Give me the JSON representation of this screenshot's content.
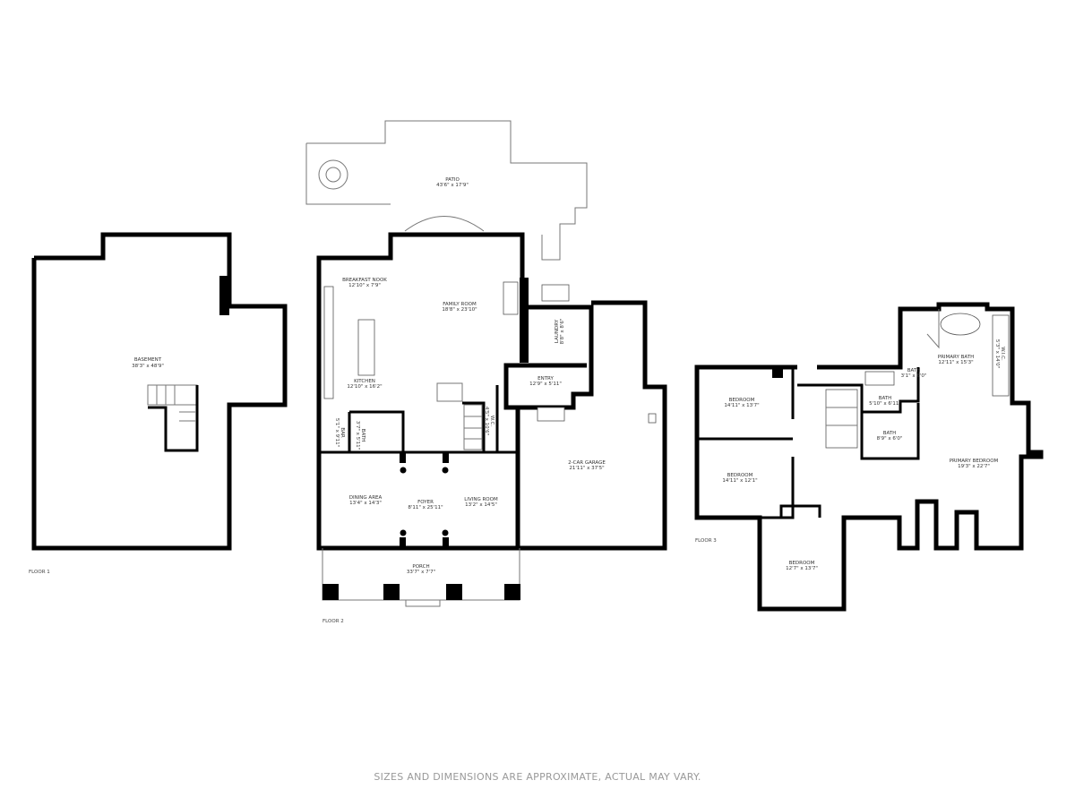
{
  "floors": [
    {
      "name": "FLOOR 1",
      "rooms": [
        {
          "name": "BASEMENT",
          "dims": "38'3\" x 48'9\""
        }
      ]
    },
    {
      "name": "FLOOR 2",
      "rooms": [
        {
          "name": "PATIO",
          "dims": "43'6\" x 17'9\""
        },
        {
          "name": "BREAKFAST NOOK",
          "dims": "12'10\" x 7'9\""
        },
        {
          "name": "FAMILY ROOM",
          "dims": "18'8\" x 23'10\""
        },
        {
          "name": "LAUNDRY",
          "dims": "8'8\" x 8'6\""
        },
        {
          "name": "KITCHEN",
          "dims": "12'10\" x 16'2\""
        },
        {
          "name": "ENTRY",
          "dims": "12'9\" x 5'11\""
        },
        {
          "name": "W.C.",
          "dims": "4'5\" x 10'6\""
        },
        {
          "name": "BAR",
          "dims": "5'1\" x 9'11\""
        },
        {
          "name": "BATH",
          "dims": "3'7\" x 5'11\""
        },
        {
          "name": "2-CAR GARAGE",
          "dims": "21'11\" x 37'5\""
        },
        {
          "name": "DINING AREA",
          "dims": "13'4\" x 14'3\""
        },
        {
          "name": "FOYER",
          "dims": "8'11\" x 25'11\""
        },
        {
          "name": "LIVING ROOM",
          "dims": "13'2\" x 14'5\""
        },
        {
          "name": "PORCH",
          "dims": "33'7\" x 7'7\""
        }
      ]
    },
    {
      "name": "FLOOR 3",
      "rooms": [
        {
          "name": "BEDROOM",
          "dims": "14'11\" x 13'7\""
        },
        {
          "name": "BEDROOM",
          "dims": "14'11\" x 12'1\""
        },
        {
          "name": "BEDROOM",
          "dims": "12'7\" x 13'7\""
        },
        {
          "name": "BATH",
          "dims": "5'10\" x 6'11\""
        },
        {
          "name": "BATH",
          "dims": "8'9\" x 6'0\""
        },
        {
          "name": "BATH",
          "dims": "3'1\" x 6'0\""
        },
        {
          "name": "PRIMARY BATH",
          "dims": "12'11\" x 15'3\""
        },
        {
          "name": "W.I.C.",
          "dims": "5'3\" x 14'0\""
        },
        {
          "name": "PRIMARY BEDROOM",
          "dims": "19'3\" x 22'7\""
        }
      ]
    }
  ],
  "disclaimer": "SIZES AND DIMENSIONS ARE APPROXIMATE, ACTUAL MAY VARY."
}
